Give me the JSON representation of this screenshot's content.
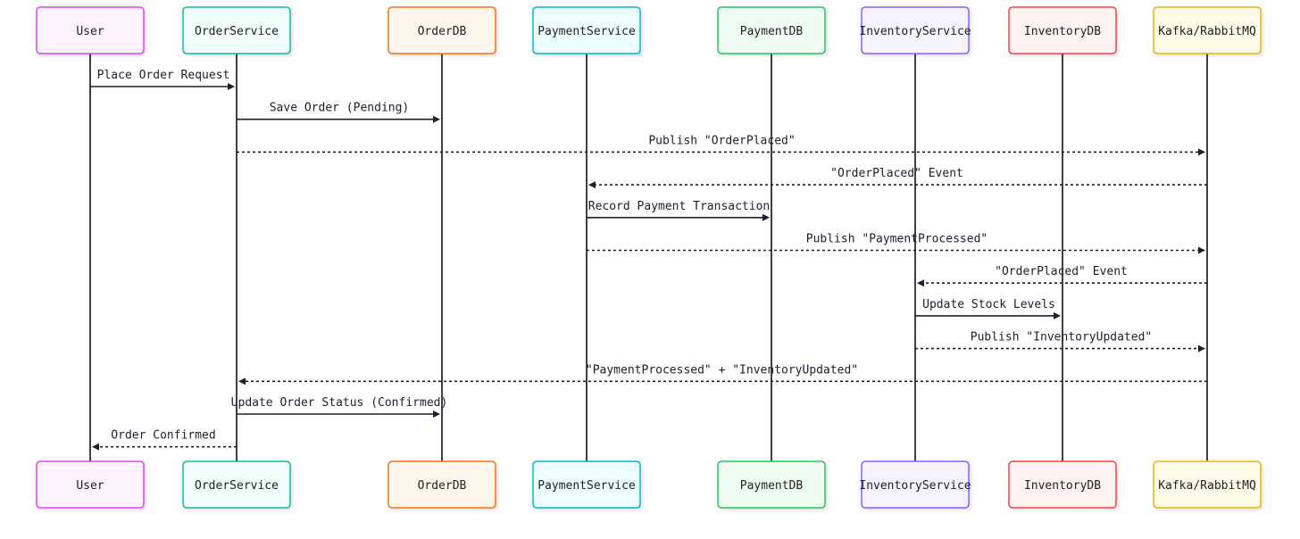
{
  "actors": [
    {
      "id": "user",
      "label": "User",
      "border": "#d946ef",
      "fill": "#fdf4ff"
    },
    {
      "id": "orderservice",
      "label": "OrderService",
      "border": "#14b8a6",
      "fill": "#f0fdfa"
    },
    {
      "id": "orderdb",
      "label": "OrderDB",
      "border": "#f97316",
      "fill": "#fff7ed"
    },
    {
      "id": "paymentservice",
      "label": "PaymentService",
      "border": "#06b6d4",
      "fill": "#ecfeff"
    },
    {
      "id": "paymentdb",
      "label": "PaymentDB",
      "border": "#22c55e",
      "fill": "#f0fdf4"
    },
    {
      "id": "inventoryservice",
      "label": "InventoryService",
      "border": "#8b5cf6",
      "fill": "#f5f3ff"
    },
    {
      "id": "inventorydb",
      "label": "InventoryDB",
      "border": "#ef4444",
      "fill": "#fef2f2"
    },
    {
      "id": "broker",
      "label": "Kafka/RabbitMQ",
      "border": "#eab308",
      "fill": "#fefce8"
    }
  ],
  "messages": [
    {
      "from": "user",
      "to": "orderservice",
      "label": "Place Order Request",
      "style": "solid"
    },
    {
      "from": "orderservice",
      "to": "orderdb",
      "label": "Save Order (Pending)",
      "style": "solid"
    },
    {
      "from": "orderservice",
      "to": "broker",
      "label": "Publish \"OrderPlaced\"",
      "style": "dashed"
    },
    {
      "from": "broker",
      "to": "paymentservice",
      "label": "\"OrderPlaced\" Event",
      "style": "dashed"
    },
    {
      "from": "paymentservice",
      "to": "paymentdb",
      "label": "Record Payment Transaction",
      "style": "solid"
    },
    {
      "from": "paymentservice",
      "to": "broker",
      "label": "Publish \"PaymentProcessed\"",
      "style": "dashed"
    },
    {
      "from": "broker",
      "to": "inventoryservice",
      "label": "\"OrderPlaced\" Event",
      "style": "dashed"
    },
    {
      "from": "inventoryservice",
      "to": "inventorydb",
      "label": "Update Stock Levels",
      "style": "solid"
    },
    {
      "from": "inventoryservice",
      "to": "broker",
      "label": "Publish \"InventoryUpdated\"",
      "style": "dashed"
    },
    {
      "from": "broker",
      "to": "orderservice",
      "label": "\"PaymentProcessed\" + \"InventoryUpdated\"",
      "style": "dashed"
    },
    {
      "from": "orderservice",
      "to": "orderdb",
      "label": "Update Order Status (Confirmed)",
      "style": "solid"
    },
    {
      "from": "orderservice",
      "to": "user",
      "label": "Order Confirmed",
      "style": "dashed"
    }
  ]
}
